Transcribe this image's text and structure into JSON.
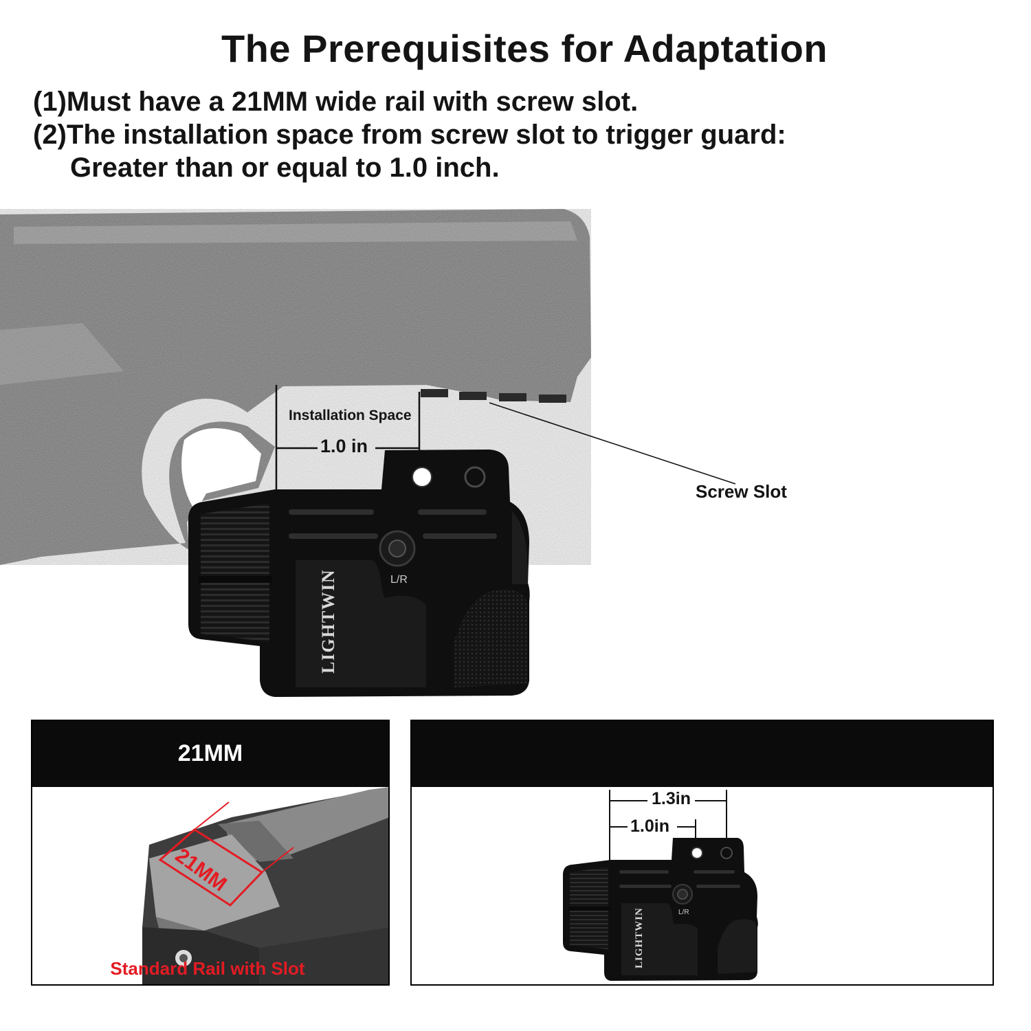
{
  "title": "The Prerequisites for Adaptation",
  "requirements": [
    "(1)Must have a 21MM wide rail with screw slot.",
    "(2)The installation space from screw slot to trigger guard:",
    "Greater than or equal to 1.0 inch."
  ],
  "hero": {
    "installation_label": "Installation Space",
    "distance_label": "1.0 in",
    "screw_slot_label": "Screw Slot",
    "brand_text": "LIGHTWIN",
    "switch_label": "L/R"
  },
  "rail_panel": {
    "header": "21MM",
    "rail_marking": "21MM",
    "caption": "Standard Rail with Slot"
  },
  "dimension_panel": {
    "outer_label": "1.3in",
    "inner_label": "1.0in",
    "brand_text": "LIGHTWIN",
    "switch_label": "L/R"
  },
  "colors": {
    "caption_red": "#e31b23",
    "header_black": "#0b0b0b"
  }
}
